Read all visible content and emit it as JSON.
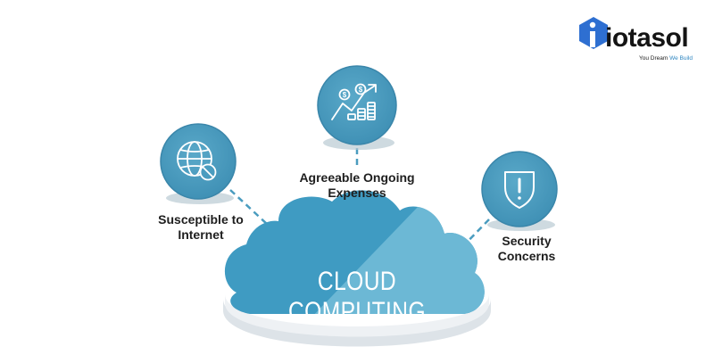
{
  "logo": {
    "text": "iotasol",
    "tagline_main": "You Dream",
    "tagline_accent": "We Build"
  },
  "center": {
    "title": "CLOUD COMPUTING"
  },
  "nodes": [
    {
      "id": "expenses",
      "icon": "finance-growth-icon",
      "line1": "Agreeable Ongoing",
      "line2": "Expenses"
    },
    {
      "id": "internet",
      "icon": "blocked-globe-icon",
      "line1": "Susceptible to",
      "line2": "Internet"
    },
    {
      "id": "security",
      "icon": "security-shield-icon",
      "line1": "Security",
      "line2": "Concerns"
    }
  ],
  "colors": {
    "circle": "#4a9cbf",
    "circle_shadow": "#b5c7d1",
    "cloud_dark": "#3f9bc2",
    "cloud_light": "#69b6d3",
    "cloud_base": "#eef1f4",
    "dash": "#4a9cbf",
    "logo_hex": "#2e6fd1",
    "tagline_accent": "#2e86c1"
  }
}
